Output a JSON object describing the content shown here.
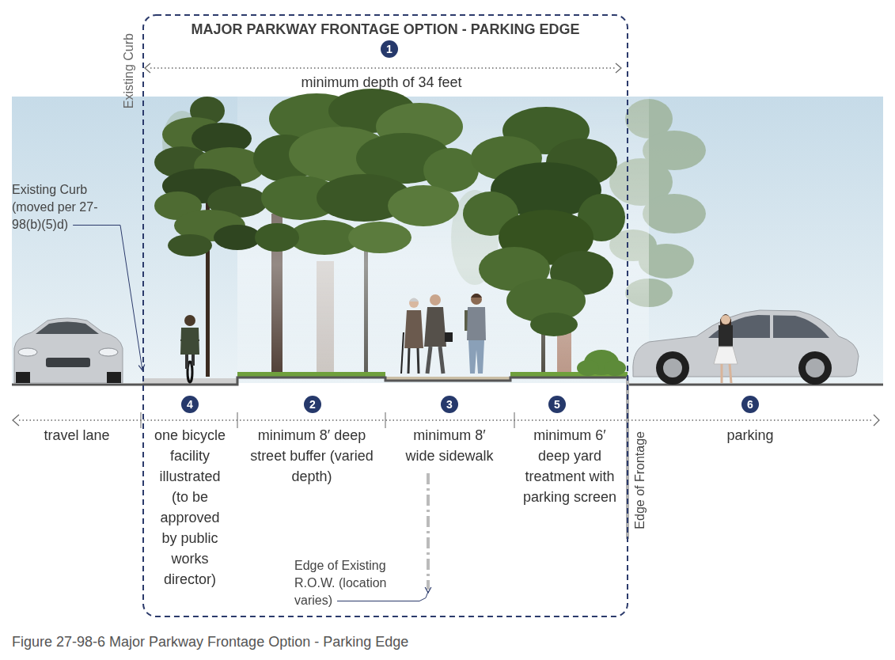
{
  "diagram": {
    "caption": "Figure 27-98-6 Major Parkway Frontage Option - Parking Edge",
    "nodes": [
      {
        "text": [
          "MAJOR PARKWAY FRONTAGE OPTION - PARKING EDGE"
        ]
      }
    ],
    "labels": [
      "Existing Curb",
      "1",
      "minimum depth of 34 feet",
      "Existing Curb (moved per 27-98(b)(5)d)",
      "4",
      "2",
      "3",
      "5",
      "6",
      "travel lane",
      "one bicycle facility illustrated (to be approved by public works director)",
      "minimum 8′ deep street buffer (varied depth)",
      "minimum 8′ wide sidewalk",
      "minimum 6′ deep yard treatment with parking screen",
      "Edge of Frontage",
      "parking",
      "Edge of Existing R.O.W. (location varies)"
    ]
  }
}
